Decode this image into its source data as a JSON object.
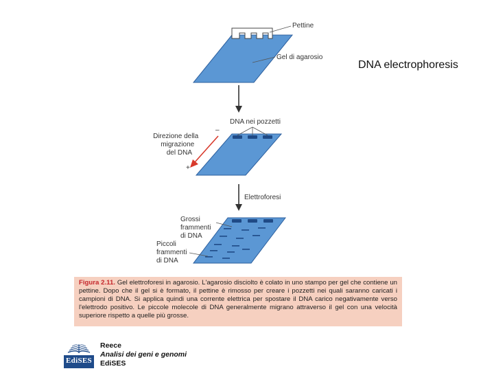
{
  "slide_title": "DNA electrophoresis",
  "labels": {
    "comb": "Pettine",
    "agarose_gel": "Gel di agarosio",
    "dna_in_wells": "DNA nei pozzetti",
    "migration_direction": [
      "Direzione della",
      "migrazione",
      "del DNA"
    ],
    "minus_sign": "–",
    "plus_sign": "+",
    "electrophoresis": "Elettroforesi",
    "large_fragments": [
      "Grossi",
      "frammenti",
      "di DNA"
    ],
    "small_fragments": [
      "Piccoli",
      "frammenti",
      "di DNA"
    ]
  },
  "caption": {
    "label": "Figura 2.11.",
    "text": "Gel elettroforesi in agarosio. L'agarosio disciolto è colato in uno stampo per gel che contiene un pettine. Dopo che il gel si è formato, il pettine è rimosso per creare i pozzetti nei quali saranno caricati i campioni di DNA. Si applica quindi una corrente elettrica per spostare il DNA carico negativamente verso l'elettrodo positivo. Le piccole molecole di DNA generalmente migrano attraverso il gel con una velocità superiore rispetto a quelle più grosse."
  },
  "publisher": {
    "logo_text": "EdiSES",
    "author": "Reece",
    "book_title": "Analisi dei geni e genomi",
    "name": "EdiSES"
  },
  "colors": {
    "gel": "#5b97d4",
    "gel_edge": "#2c5f9e",
    "band": "#1f4a86",
    "migration_arrow": "#d8392b",
    "caption_bg": "#f6d0c0",
    "caption_label": "#c4252a",
    "logo_bg": "#1f4b8a"
  }
}
